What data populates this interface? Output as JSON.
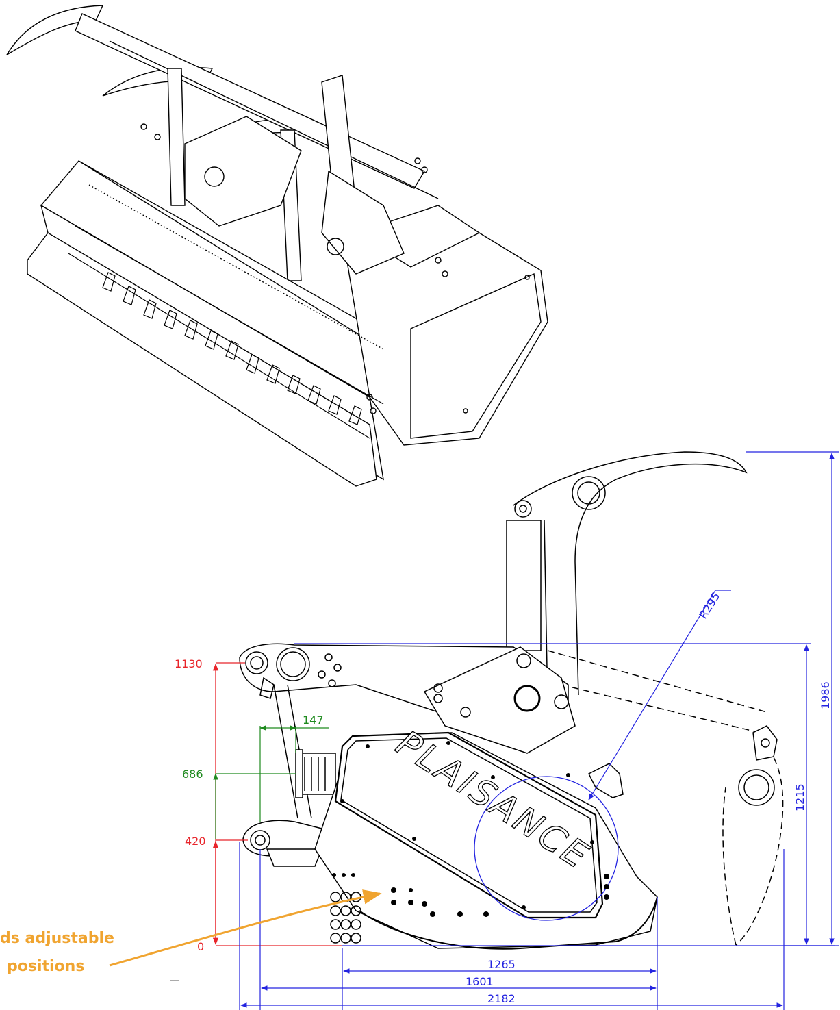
{
  "drawing": {
    "brand_text": "PLAISANCE",
    "callout_line1": "ds adjustable",
    "callout_line2": "positions",
    "colors": {
      "red": "#e8242a",
      "green": "#1e8a1e",
      "blue": "#2323e0",
      "orange": "#f0a430",
      "line": "#000000"
    },
    "height_marks": {
      "h1130": "1130",
      "h686": "686",
      "h420": "420",
      "h0": "0"
    },
    "dimensions": {
      "d147": "147",
      "d1265": "1265",
      "d1601": "1601",
      "d2182": "2182",
      "d1986": "1986",
      "d1215": "1215",
      "r295": "R295"
    }
  }
}
